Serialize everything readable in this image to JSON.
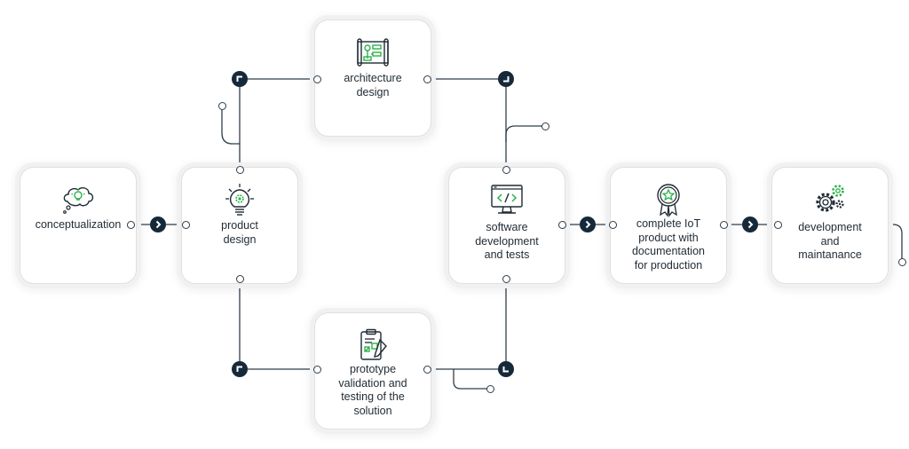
{
  "diagram": {
    "steps": [
      {
        "id": "conceptualization",
        "label": "conceptualization",
        "icon": "idea-bubble-icon"
      },
      {
        "id": "product-design",
        "label": "product\ndesign",
        "icon": "lightbulb-gear-icon"
      },
      {
        "id": "architecture-design",
        "label": "architecture\ndesign",
        "icon": "blueprint-icon"
      },
      {
        "id": "prototype",
        "label": "prototype\nvalidation and\ntesting of the\nsolution",
        "icon": "clipboard-pencil-icon"
      },
      {
        "id": "software",
        "label": "software\ndevelopment\nand tests",
        "icon": "code-monitor-icon"
      },
      {
        "id": "iot-product",
        "label": "complete IoT\nproduct with\ndocumentation\nfor production",
        "icon": "award-badge-icon"
      },
      {
        "id": "maintenance",
        "label": "development\nand\nmaintanance",
        "icon": "gears-icon"
      }
    ],
    "colors": {
      "line": "#2f3e4a",
      "disc": "#16293a",
      "accent": "#2db24a",
      "text": "#1f2a33"
    }
  }
}
